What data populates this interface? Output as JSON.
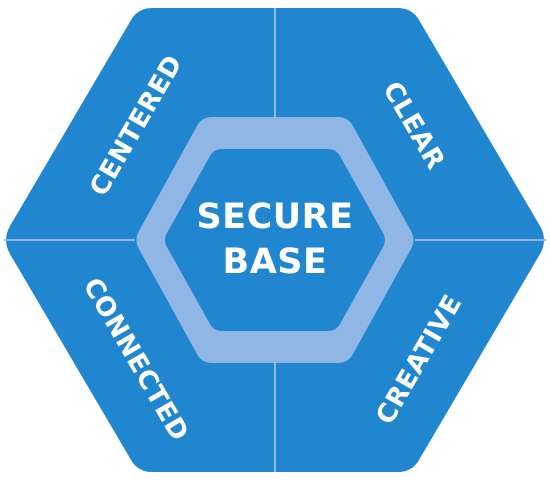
{
  "colors": {
    "outer_fill": "#2186d0",
    "divider": "#8fb6e4",
    "ring": "#8fb6e4",
    "inner_fill": "#2186d0",
    "text": "#ffffff"
  },
  "center": {
    "line1": "SECURE",
    "line2": "BASE"
  },
  "segments": {
    "top_left": "CENTERED",
    "top_right": "CLEAR",
    "bottom_left": "CONNECTED",
    "bottom_right": "CREATIVE"
  }
}
